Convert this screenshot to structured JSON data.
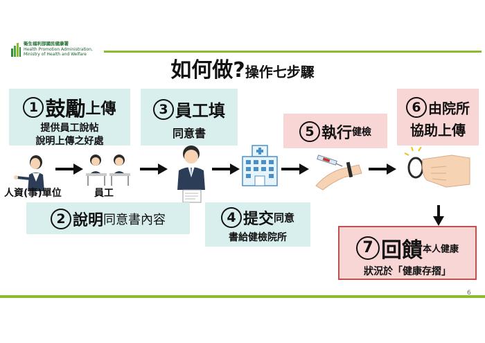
{
  "org": {
    "name_zh": "衛生福利部國民健康署",
    "name_en_line1": "Health Promotion Administration,",
    "name_en_line2": "Ministry of Health and Welfare"
  },
  "title": {
    "main": "如何做?",
    "sub": "操作七步驟"
  },
  "steps": [
    {
      "num": "1",
      "head_big": "鼓勵",
      "head_small": "上傳",
      "lines": [
        "提供員工說帖",
        "說明上傳之好處"
      ]
    },
    {
      "num": "2",
      "head_big": "說明",
      "head_small": "同意書內容"
    },
    {
      "num": "3",
      "head_big": "員工填",
      "lines": [
        "同意書"
      ]
    },
    {
      "num": "4",
      "head_big": "提交",
      "head_small": "同意",
      "lines": [
        "書給健檢院所"
      ]
    },
    {
      "num": "5",
      "head_big": "執行",
      "head_small": "健檢"
    },
    {
      "num": "6",
      "head_big": "由院所",
      "lines": [
        "協助上傳"
      ]
    },
    {
      "num": "7",
      "head_big": "回饋",
      "head_small": "本人健康",
      "lines": [
        "狀況於「健康存摺」"
      ]
    }
  ],
  "labels": {
    "hr": "人資(事)單位",
    "employee": "員工"
  },
  "page_number": "6",
  "colors": {
    "accent_green": "#8cbb2e",
    "teal_box": "#d9efee",
    "pink_box": "#f9d6d6",
    "step7_border": "#c0504d"
  }
}
